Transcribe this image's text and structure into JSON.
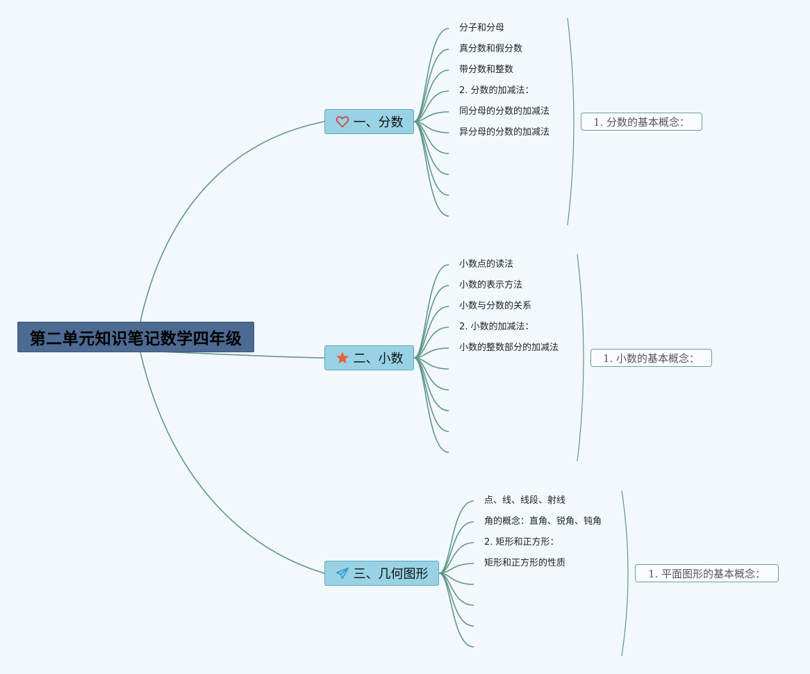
{
  "root": {
    "title": "第二单元知识笔记数学四年级"
  },
  "colors": {
    "background": "#f3f8fd",
    "root_fill": "#4c6a92",
    "branch_fill": "#98d2e4",
    "line": "#5f9787",
    "heart_icon": "#d0483a",
    "star_icon": "#e8613a",
    "paper_plane_icon": "#2e9bd6"
  },
  "branches": [
    {
      "label": "一、分数",
      "icon": "heart-icon",
      "summary": "1. 分数的基本概念：",
      "items": [
        "分子和分母",
        "真分数和假分数",
        "带分数和整数",
        "2. 分数的加减法：",
        "同分母的分数的加减法",
        "异分母的分数的加减法",
        "",
        "",
        "",
        ""
      ]
    },
    {
      "label": "二、小数",
      "icon": "star-icon",
      "summary": "1. 小数的基本概念：",
      "items": [
        "小数点的读法",
        "小数的表示方法",
        "小数与分数的关系",
        "2. 小数的加减法：",
        "小数的整数部分的加减法",
        "",
        "",
        "",
        "",
        ""
      ]
    },
    {
      "label": "三、几何图形",
      "icon": "paper-plane-icon",
      "summary": "1. 平面图形的基本概念：",
      "items": [
        "点、线、线段、射线",
        "角的概念：直角、锐角、钝角",
        "2. 矩形和正方形：",
        "矩形和正方形的性质",
        "",
        "",
        "",
        ""
      ]
    }
  ]
}
